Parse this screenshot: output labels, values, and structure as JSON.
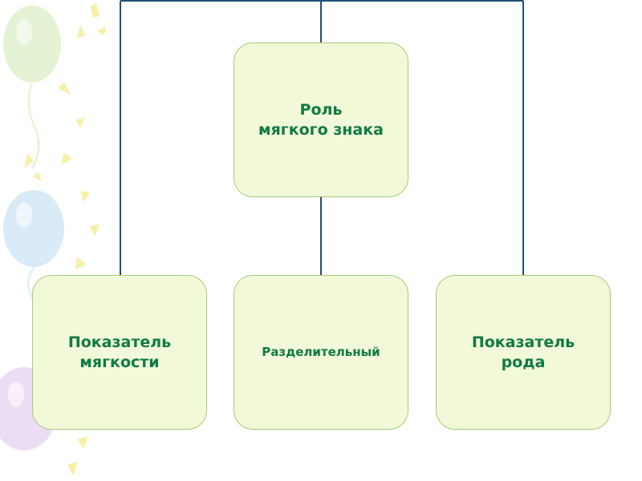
{
  "diagram": {
    "root": {
      "label": "Роль\n мягкого знака"
    },
    "children": [
      {
        "label": "Показатель\nмягкости"
      },
      {
        "label": "Разделительный"
      },
      {
        "label": "Показатель\nрода"
      }
    ]
  },
  "colors": {
    "box_fill": "#f2f9d8",
    "box_border": "#a6c97b",
    "text": "#0f7a43",
    "connector": "#1f4e79"
  }
}
